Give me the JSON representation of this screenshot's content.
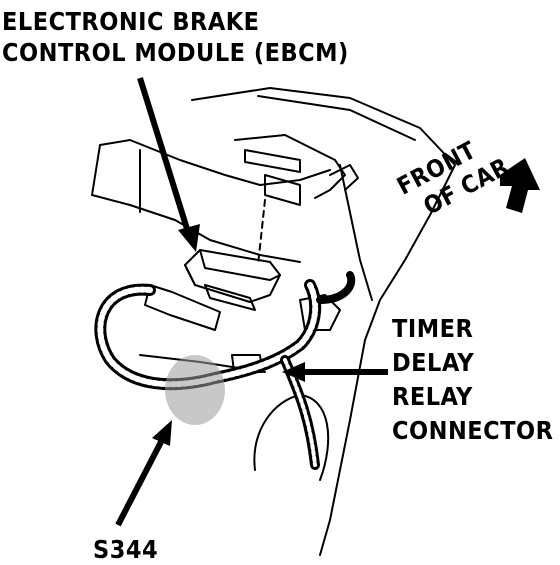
{
  "labels": {
    "ebcm_line1": "ELECTRONIC BRAKE",
    "ebcm_line2": "CONTROL MODULE (EBCM)",
    "front_line1": "FRONT",
    "front_line2": "OF CAR",
    "timer_line1": "TIMER",
    "timer_line2": "DELAY",
    "timer_line3": "RELAY",
    "timer_line4": "CONNECTOR",
    "splice": "S344"
  },
  "colors": {
    "ink": "#000000",
    "paper": "#ffffff",
    "shade": "#9a9a9a"
  }
}
